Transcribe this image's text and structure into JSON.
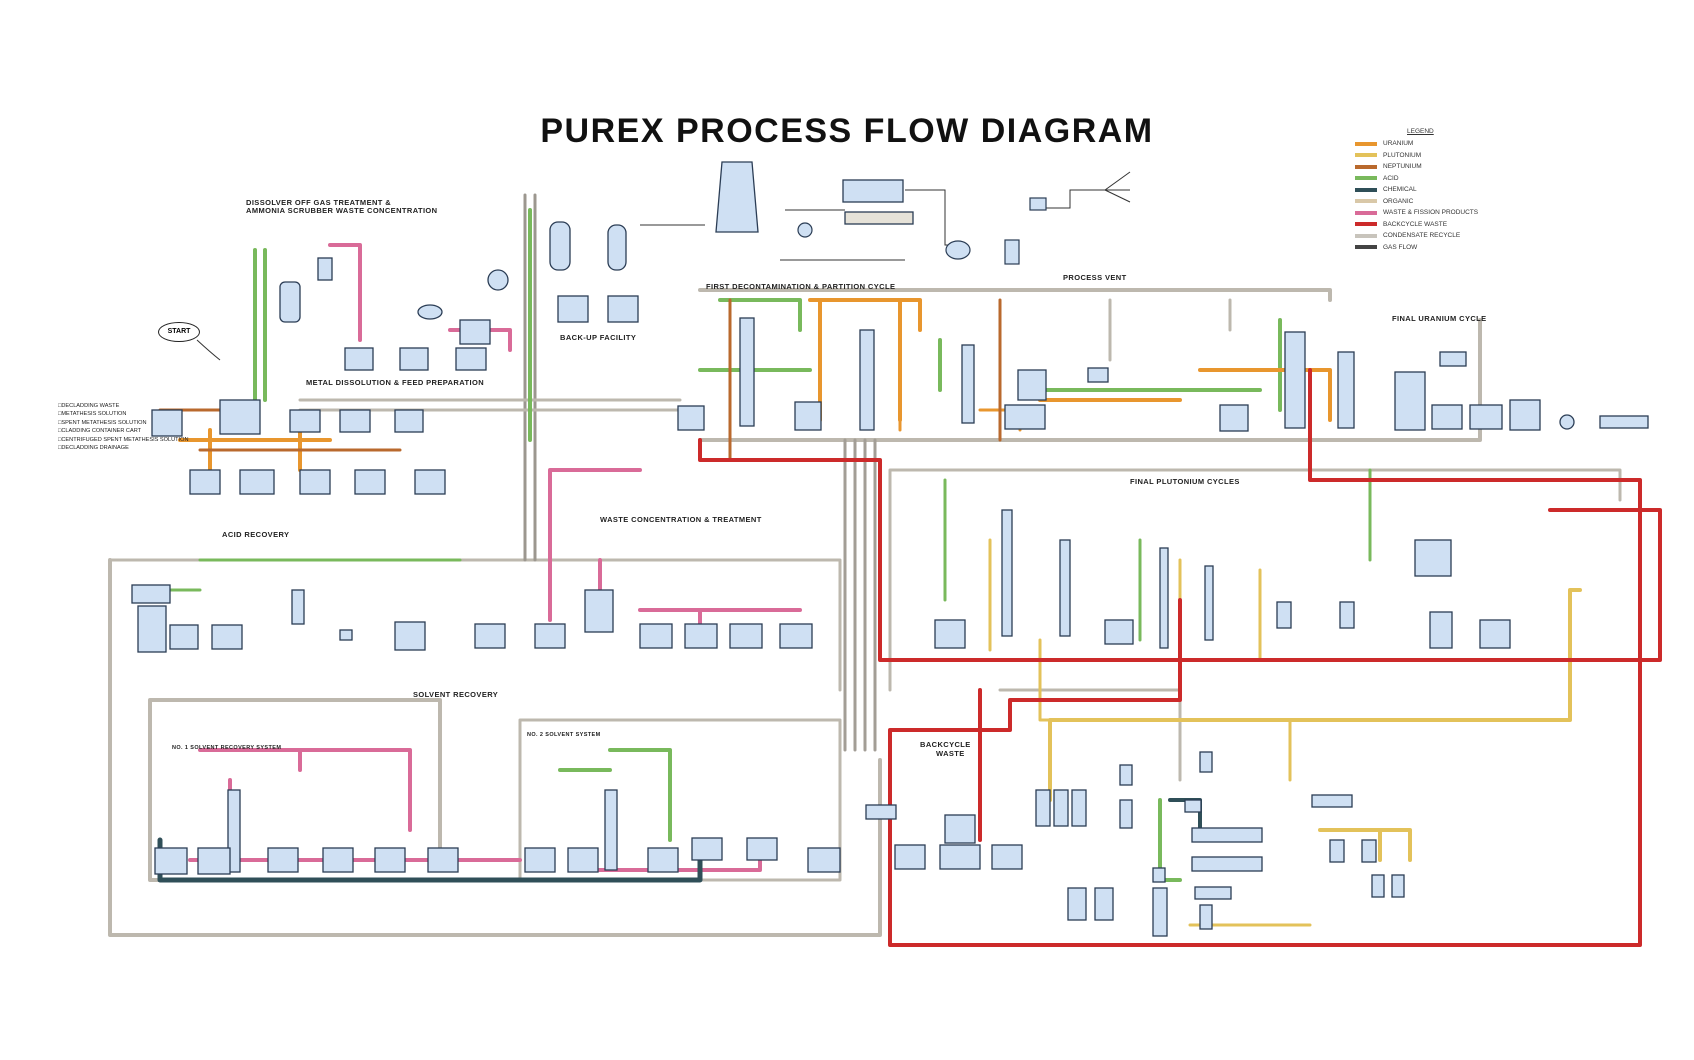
{
  "title": "PUREX PROCESS FLOW DIAGRAM",
  "sections": {
    "dissolver_off_gas": "DISSOLVER OFF GAS TREATMENT &",
    "ammonia_scrubber": "AMMONIA SCRUBBER WASTE CONCENTRATION",
    "metal_dissolution": "METAL DISSOLUTION & FEED PREPARATION",
    "backup_facility": "BACK-UP FACILITY",
    "first_decontamination": "FIRST DECONTAMINATION & PARTITION CYCLE",
    "process_vent": "PROCESS VENT",
    "final_uranium": "FINAL URANIUM CYCLE",
    "acid_recovery": "ACID RECOVERY",
    "waste_concentration": "WASTE CONCENTRATION & TREATMENT",
    "final_plutonium": "FINAL PLUTONIUM CYCLES",
    "solvent_recovery": "SOLVENT RECOVERY",
    "no1_solvent": "NO. 1 SOLVENT RECOVERY SYSTEM",
    "no2_solvent": "NO. 2 SOLVENT SYSTEM",
    "backcycle_waste_1": "BACKCYCLE",
    "backcycle_waste_2": "WASTE"
  },
  "start_label": "START",
  "side_list": [
    "DECLADDING WASTE",
    "METATHESIS SOLUTION",
    "SPENT METATHESIS SOLUTION",
    "CLADDING CONTAINER CART",
    "CENTRIFUGED SPENT METATHESIS SOLUTION",
    "DECLADDING DRAINAGE"
  ],
  "legend": {
    "heading": "LEGEND",
    "items": [
      {
        "label": "URANIUM",
        "color": "#e8962e"
      },
      {
        "label": "PLUTONIUM",
        "color": "#e3c25a"
      },
      {
        "label": "NEPTUNIUM",
        "color": "#b9692d"
      },
      {
        "label": "ACID",
        "color": "#79b95c"
      },
      {
        "label": "CHEMICAL",
        "color": "#2f4f58"
      },
      {
        "label": "ORGANIC",
        "color": "#d9c8a8"
      },
      {
        "label": "WASTE & FISSION PRODUCTS",
        "color": "#d96b98"
      },
      {
        "label": "BACKCYCLE WASTE",
        "color": "#cc2a2a"
      },
      {
        "label": "CONDENSATE RECYCLE",
        "color": "#c8c4bc"
      },
      {
        "label": "GAS FLOW",
        "color": "#444444"
      }
    ]
  },
  "colors": {
    "uranium": "#e8962e",
    "plutonium": "#e3c25a",
    "neptunium": "#b9692d",
    "acid": "#79b95c",
    "chemical": "#2f4f58",
    "waste": "#d96b98",
    "backcycle": "#cc2a2a",
    "condensate": "#bdb8ae",
    "vessel_fill": "#cfe0f3",
    "vessel_stroke": "#2b3d55"
  }
}
